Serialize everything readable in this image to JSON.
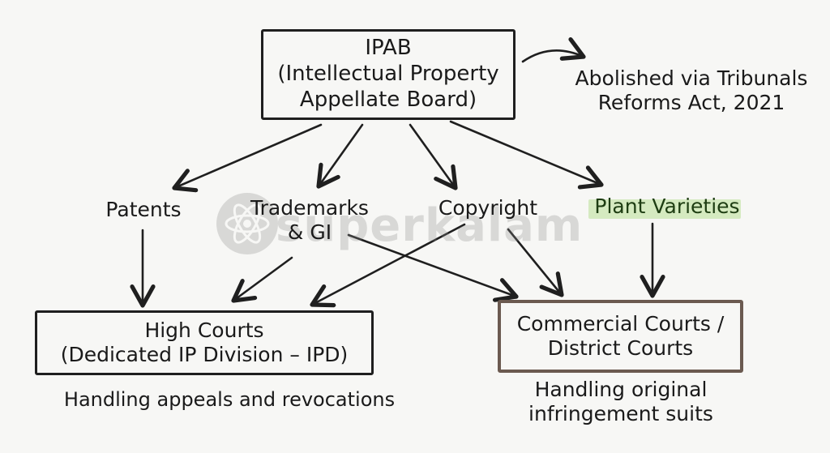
{
  "root": {
    "line1": "IPAB",
    "line2": "(Intellectual Property",
    "line3": "Appellate Board)"
  },
  "abolished": {
    "line1": "Abolished via Tribunals",
    "line2": "Reforms Act, 2021"
  },
  "categories": {
    "patents": "Patents",
    "trademarks_line1": "Trademarks",
    "trademarks_line2": "& GI",
    "copyright": "Copyright",
    "plant_varieties": "Plant Varieties"
  },
  "high_courts": {
    "line1": "High Courts",
    "line2": "(Dedicated IP Division – IPD)",
    "caption": "Handling appeals and revocations"
  },
  "commercial_courts": {
    "line1": "Commercial Courts /",
    "line2": "District Courts",
    "caption_line1": "Handling original",
    "caption_line2": "infringement suits"
  },
  "watermark": {
    "text": "superkalam"
  },
  "colors": {
    "ink": "#1f1f1f",
    "highlight": "#cfe7b6",
    "commercial_border": "#6b5a50",
    "watermark": "#8a8a8a"
  }
}
